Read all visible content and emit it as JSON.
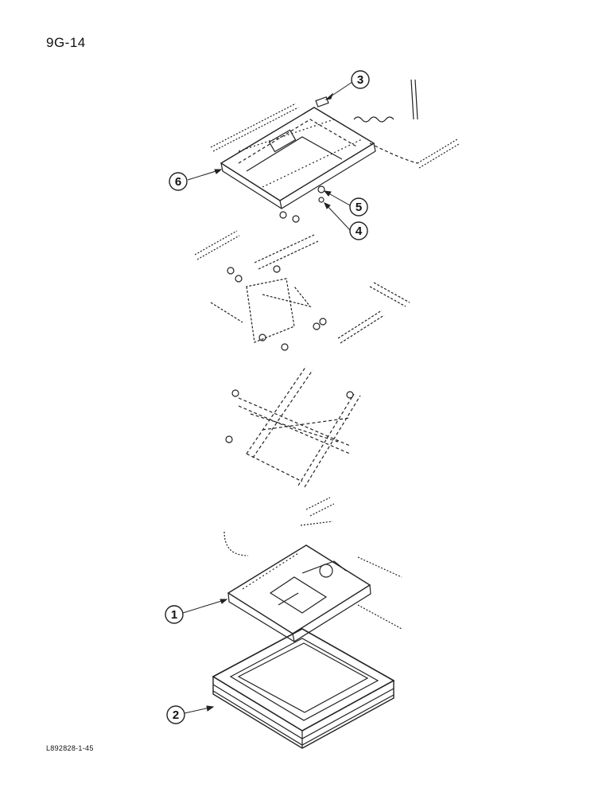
{
  "page_code": "9G-14",
  "figure_code": "L892828-1-45",
  "callouts": [
    {
      "id": "1",
      "label": "1"
    },
    {
      "id": "2",
      "label": "2"
    },
    {
      "id": "3",
      "label": "3"
    },
    {
      "id": "4",
      "label": "4"
    },
    {
      "id": "5",
      "label": "5"
    },
    {
      "id": "6",
      "label": "6"
    }
  ]
}
